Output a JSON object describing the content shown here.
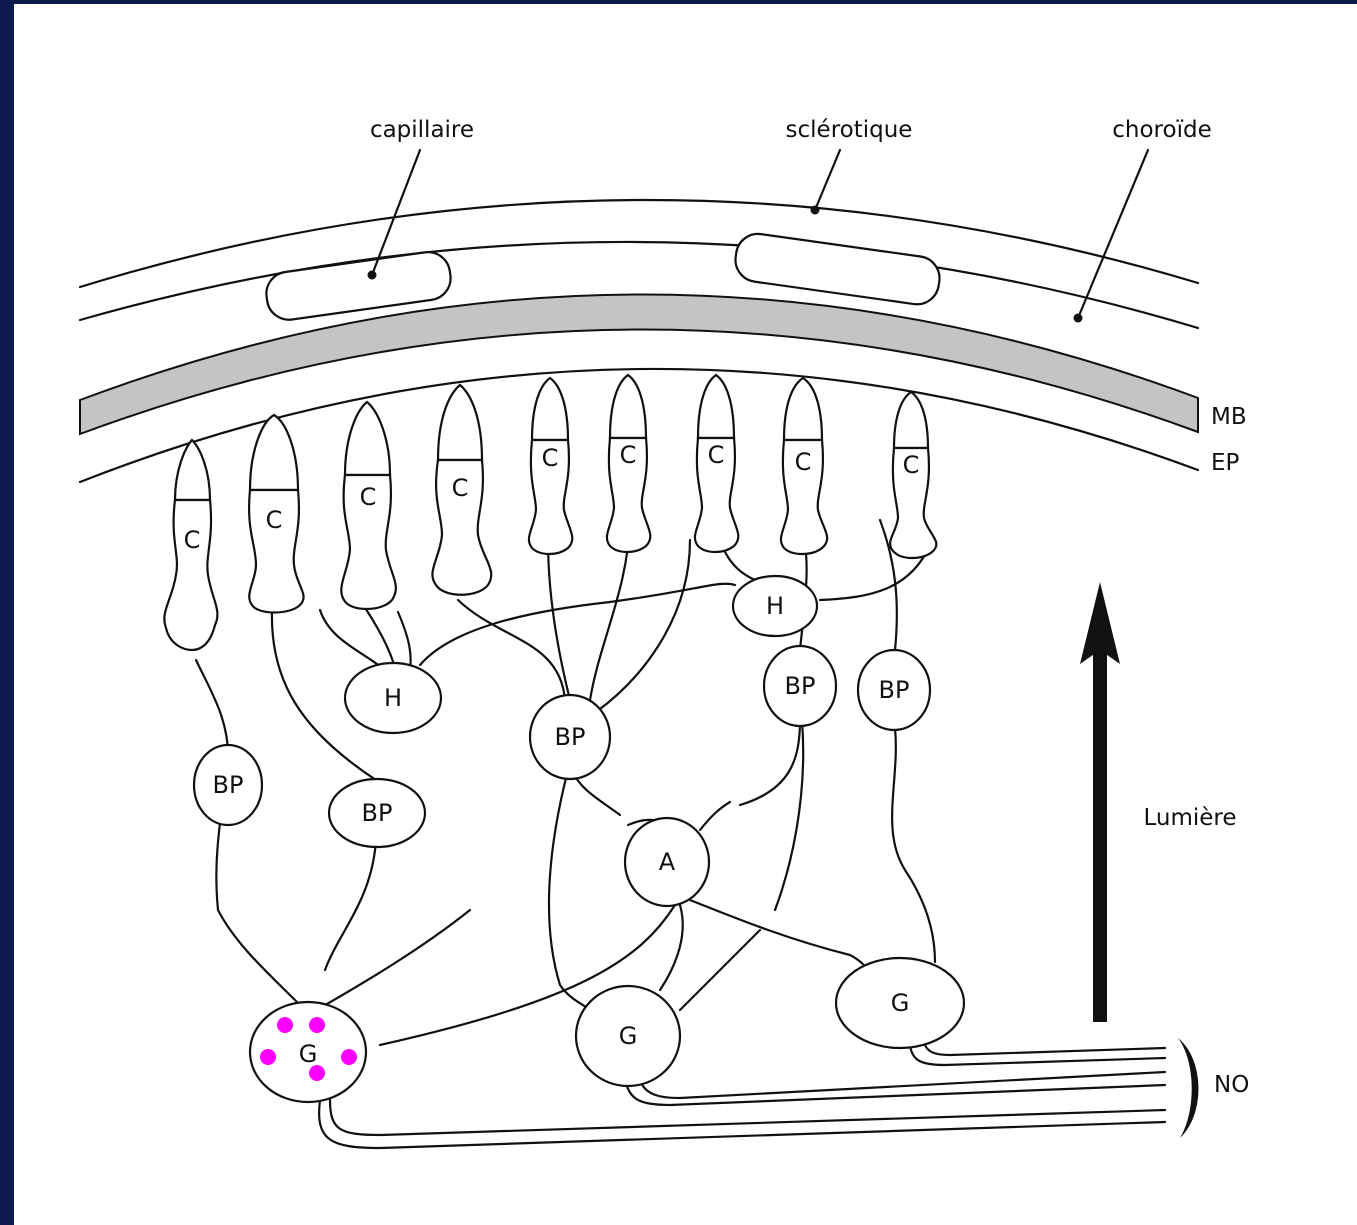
{
  "labels": {
    "capillaire": "capillaire",
    "sclerotique": "sclérotique",
    "choroide": "choroïde",
    "mb": "MB",
    "ep": "EP",
    "lumiere": "Lumière",
    "no": "NO"
  },
  "cells": {
    "cone": "C",
    "bipolar": "BP",
    "horizontal": "H",
    "amacrine": "A",
    "ganglion": "G"
  },
  "colors": {
    "background": "#0c1a4e",
    "membrane": "#c4c4c4",
    "marker": "#ff00ff"
  }
}
